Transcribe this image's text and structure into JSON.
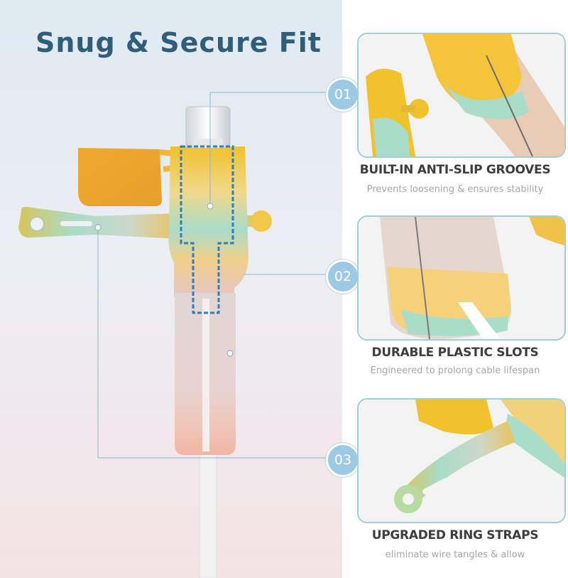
{
  "header": {
    "title": "Snug & Secure Fit"
  },
  "callouts": [
    {
      "number": "01"
    },
    {
      "number": "02"
    },
    {
      "number": "03"
    }
  ],
  "features": [
    {
      "title": "BUILT-IN ANTI-SLIP GROOVES",
      "subtitle": "Prevents loosening & ensures stability"
    },
    {
      "title": "DURABLE PLASTIC SLOTS",
      "subtitle": "Engineered to prolong cable lifespan"
    },
    {
      "title": "UPGRADED RING STRAPS",
      "subtitle": "eliminate wire tangles & allow"
    }
  ],
  "colors": {
    "title": "#2f5e7b",
    "badge": "#9cc9e3",
    "card_border": "#9fd0d6",
    "dashed_outline": "#2f7fc0",
    "silicone_yellow": "#f2c12e",
    "silicone_mint": "#a9dcc9",
    "silicone_peach": "#f2b9a6"
  }
}
